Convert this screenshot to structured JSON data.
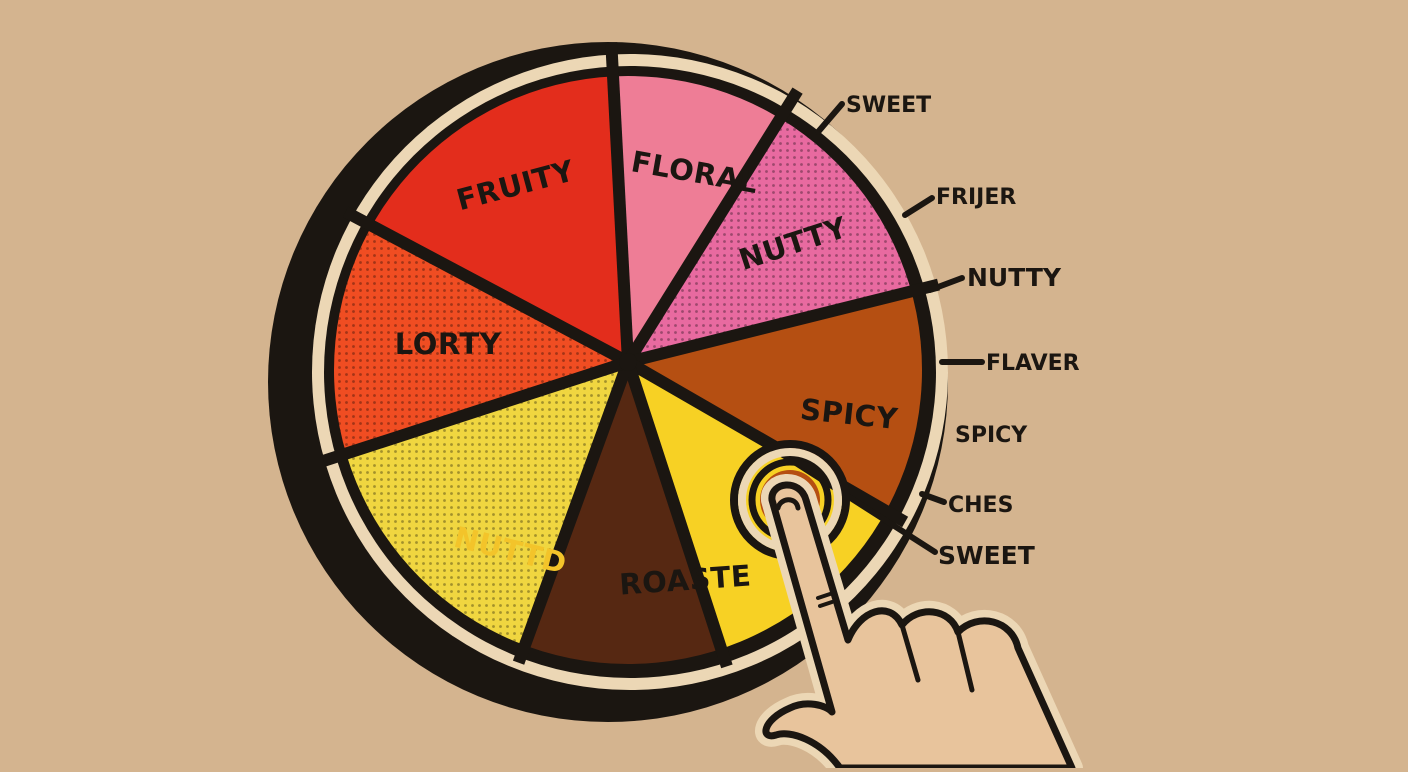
{
  "wheel": {
    "segments": [
      {
        "label": "FRUITY",
        "color": "#e32d1c",
        "pattern": "solid",
        "text_color": "#1b1611"
      },
      {
        "label": "FLORAL",
        "color": "#ee7d96",
        "pattern": "solid",
        "text_color": "#1b1611"
      },
      {
        "label": "NUTTY",
        "color": "#e86aa0",
        "pattern": "halftone",
        "text_color": "#1b1611"
      },
      {
        "label": "SPICY",
        "color": "#b54f12",
        "pattern": "solid",
        "text_color": "#1b1611"
      },
      {
        "label": "ROASTE",
        "color": "#f7d124",
        "pattern": "solid",
        "text_color": "#1b1611"
      },
      {
        "label": "NUTTD",
        "color": "#562812",
        "pattern": "solid",
        "text_color": "#f3c42a"
      },
      {
        "label": "",
        "color": "#f0d640",
        "pattern": "halftone",
        "text_color": "#1b1611"
      },
      {
        "label": "LORTY",
        "color": "#f04d22",
        "pattern": "halftone",
        "text_color": "#1b1611"
      }
    ]
  },
  "side_labels": [
    "SWEET",
    "FRIJER",
    "NUTTY",
    "FLAVER",
    "SPICY",
    "CHES",
    "SWEET"
  ],
  "colors": {
    "background": "#d4b48f",
    "outline": "#1b1611",
    "rim": "#ecd7b5",
    "skin": "#e8c49c"
  },
  "icons": [
    "pointing-hand-icon",
    "press-ripple-icon"
  ]
}
